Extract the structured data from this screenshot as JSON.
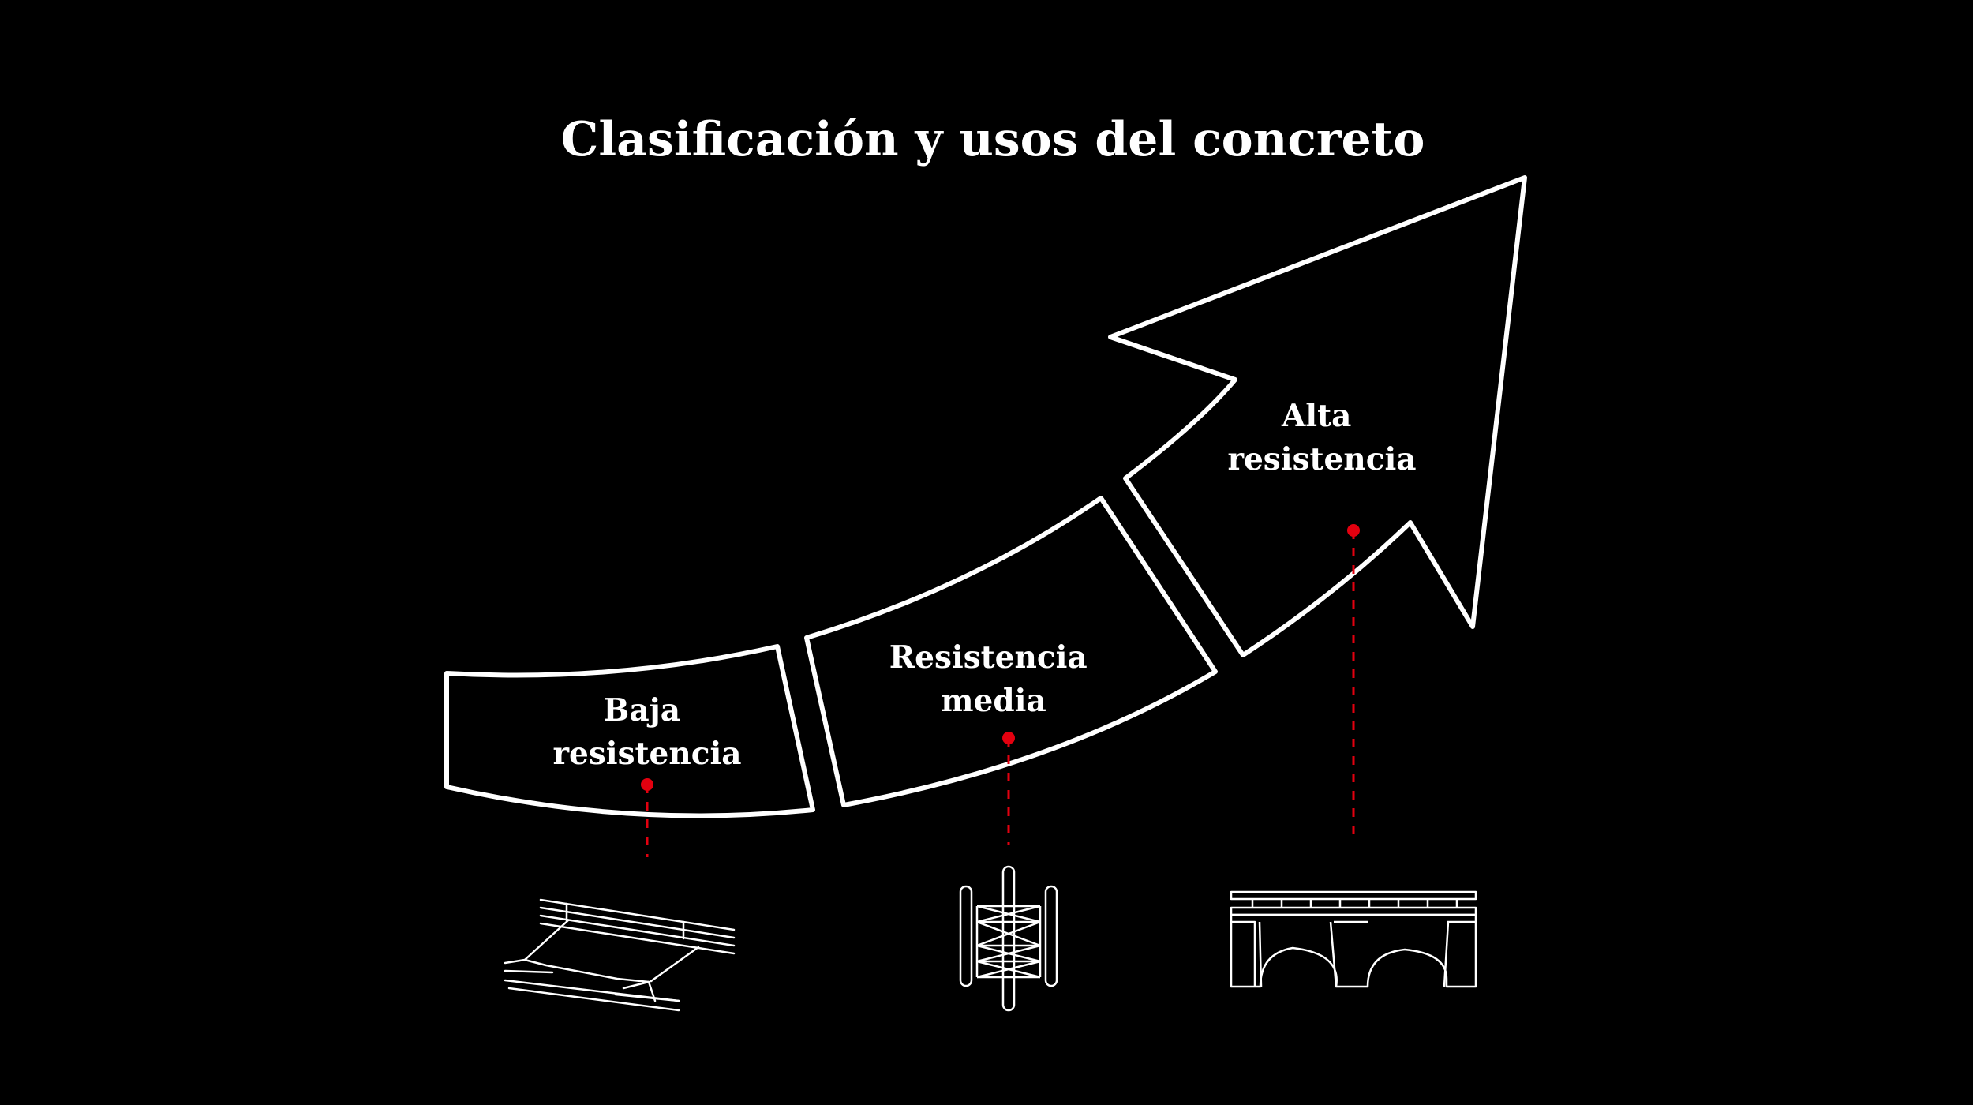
{
  "title": "Clasificación y usos del concreto",
  "colors": {
    "background": "#000000",
    "stroke": "#ffffff",
    "accent": "#e3000f"
  },
  "segments": [
    {
      "line1": "Baja",
      "line2": "resistencia",
      "usage_icon": "road-icon"
    },
    {
      "line1": "Resistencia",
      "line2": "media",
      "usage_icon": "tower-icon"
    },
    {
      "line1": "Alta",
      "line2": "resistencia",
      "usage_icon": "bridge-icon"
    }
  ]
}
